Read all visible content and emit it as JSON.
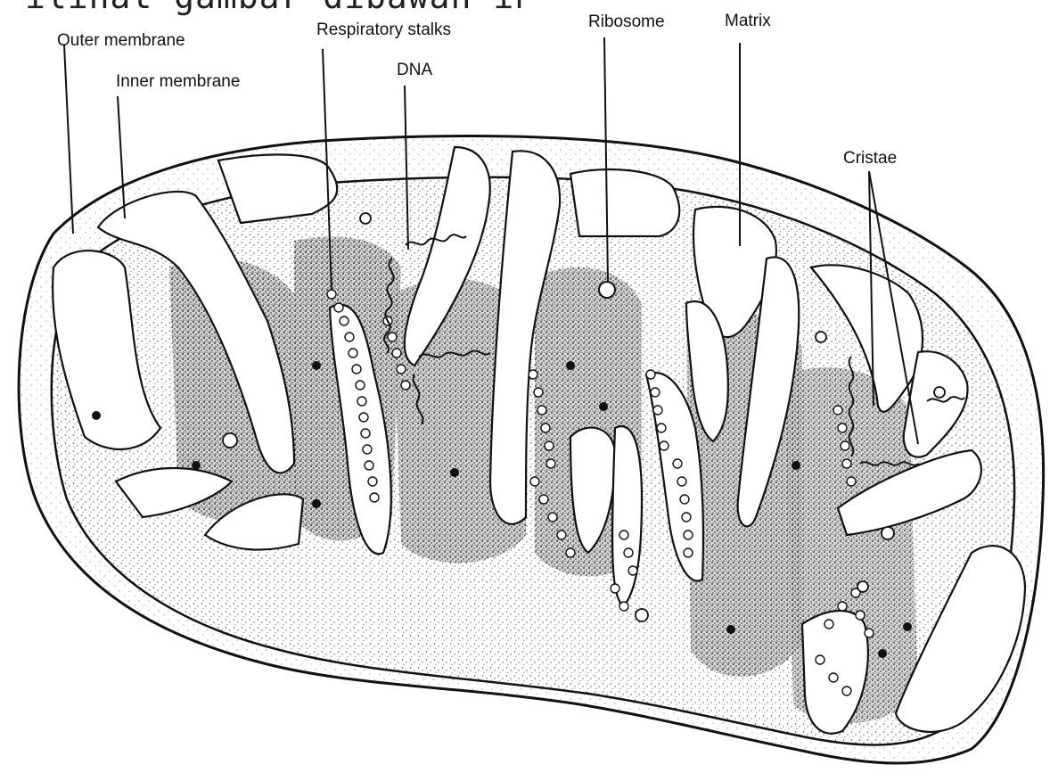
{
  "top_text": "ilihat gambar dibawah ini.",
  "labels": {
    "outer_membrane": "Outer membrane",
    "inner_membrane": "Inner membrane",
    "respiratory_stalks": "Respiratory stalks",
    "dna": "DNA",
    "ribosome": "Ribosome",
    "matrix": "Matrix",
    "cristae": "Cristae"
  },
  "colors": {
    "ink": "#111111",
    "paper": "#ffffff"
  }
}
